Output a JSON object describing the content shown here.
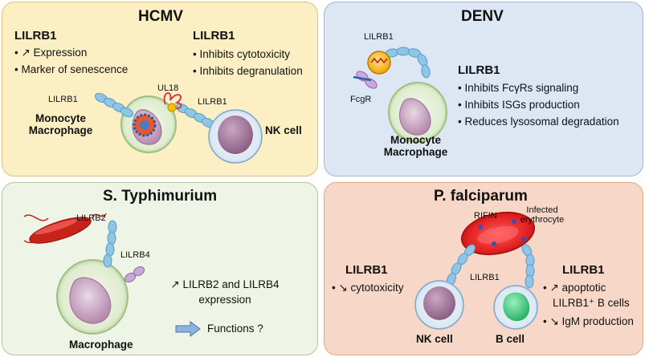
{
  "hcmv": {
    "title": "HCMV",
    "left_header": "LILRB1",
    "left_bullets": [
      "• ↗ Expression",
      "• Marker of senescence"
    ],
    "right_header": "LILRB1",
    "right_bullets": [
      "• Inhibits cytotoxicity",
      "• Inhibits degranulation"
    ],
    "ul18_label": "UL18",
    "receptor_left_label": "LILRB1",
    "receptor_right_label": "LILRB1",
    "cell_left_line1": "Monocyte",
    "cell_left_line2": "Macrophage",
    "cell_right": "NK cell"
  },
  "denv": {
    "title": "DENV",
    "receptor_label": "LILRB1",
    "fcgr_label": "FcgR",
    "header": "LILRB1",
    "bullets": [
      "• Inhibits FcγRs signaling",
      "• Inhibits ISGs production",
      "• Reduces lysosomal degradation"
    ],
    "cell_line1": "Monocyte",
    "cell_line2": "Macrophage"
  },
  "styph": {
    "title": "S. Typhimurium",
    "lilrb2_label": "LILRB2",
    "lilrb4_label": "LILRB4",
    "effect_line1": "↗ LILRB2 and LILRB4",
    "effect_line2": "expression",
    "functions_label": "Functions ?",
    "cell_label": "Macrophage"
  },
  "pfal": {
    "title": "P. falciparum",
    "rifin_label": "RIFIN",
    "infected_line1": "Infected",
    "infected_line2": "erythrocyte",
    "receptor_label": "LILRB1",
    "left_header": "LILRB1",
    "left_bullet": "• ↘ cytotoxicity",
    "right_header": "LILRB1",
    "right_bullet1": "• ↗ apoptotic",
    "right_bullet1b": "LILRB1⁺ B cells",
    "right_bullet2": "• ↘ IgM production",
    "nk_label": "NK cell",
    "b_label": "B cell"
  },
  "colors": {
    "hcmv_bg": "#fcefc4",
    "denv_bg": "#dde6f3",
    "styph_bg": "#eef4e6",
    "pfal_bg": "#f7d8c8",
    "receptor": "#8fc6e6",
    "cell_membrane": "#d7e7c7",
    "nucleus": "#c7a7c0",
    "erythrocyte": "#e32020",
    "bacterium": "#c8231b",
    "b_cell_nucleus": "#57d392"
  }
}
